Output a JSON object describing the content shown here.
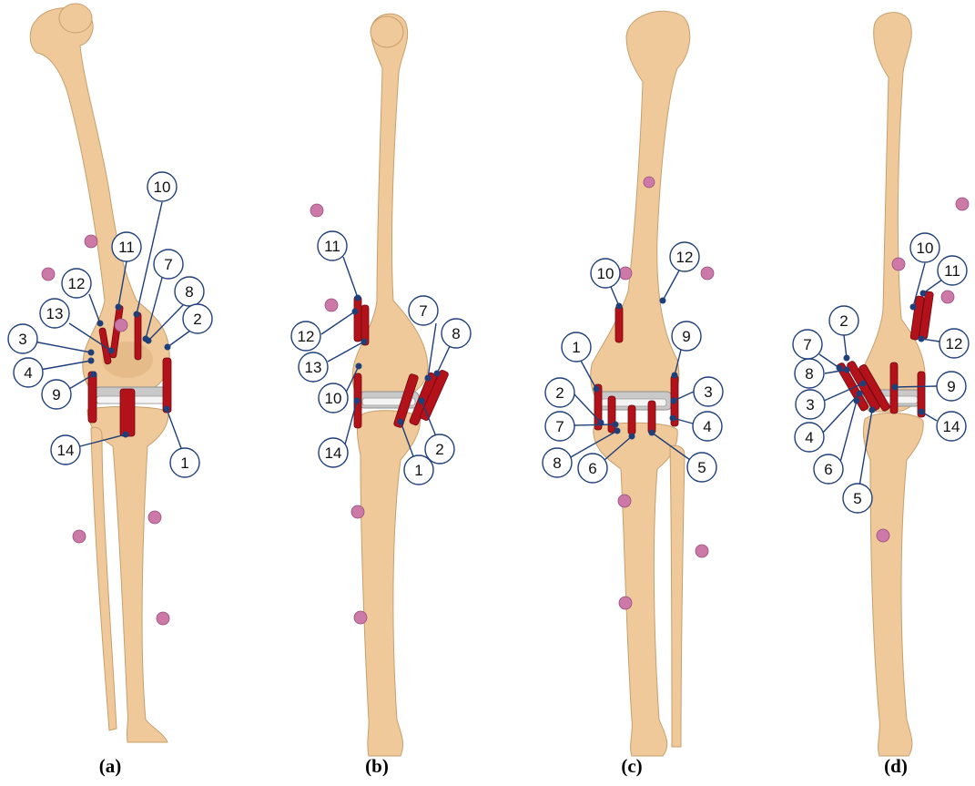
{
  "figure": {
    "panels": [
      {
        "caption": "(a)",
        "labels": [
          "10",
          "11",
          "7",
          "8",
          "12",
          "2",
          "13",
          "3",
          "4",
          "9",
          "14",
          "1"
        ]
      },
      {
        "caption": "(b)",
        "labels": [
          "11",
          "7",
          "8",
          "12",
          "13",
          "10",
          "14",
          "1",
          "2"
        ]
      },
      {
        "caption": "(c)",
        "labels": [
          "10",
          "12",
          "1",
          "9",
          "2",
          "3",
          "7",
          "4",
          "8",
          "6",
          "5"
        ]
      },
      {
        "caption": "(d)",
        "labels": [
          "10",
          "11",
          "2",
          "12",
          "7",
          "8",
          "9",
          "3",
          "14",
          "4",
          "6",
          "5"
        ]
      }
    ]
  },
  "colors": {
    "bone": "#efc99a",
    "ligament": "#b3121b",
    "implant": "#c9c9c9",
    "marker": "#cc79a8",
    "label_outline": "#1f3f7a"
  }
}
